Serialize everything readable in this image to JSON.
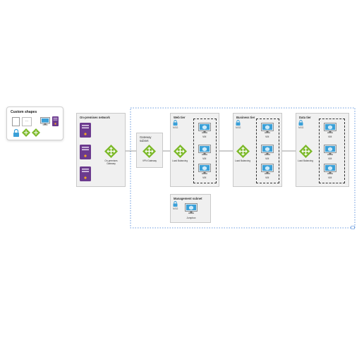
{
  "custom_shapes": {
    "title": "Custom shapes",
    "text_shape": "..."
  },
  "on_premises": {
    "title": "On-premises network",
    "gateway_label": "On-premises Gateway"
  },
  "gateway_subnet": {
    "title": "Gateway subnet",
    "vpn_label": "VPN Gateway"
  },
  "web_tier": {
    "title": "Web tier",
    "nsg": "NSG",
    "lb_label": "Load Balancing",
    "vms": [
      "VM",
      "VM",
      "VM"
    ]
  },
  "business_tier": {
    "title": "Business tier",
    "nsg": "NSG",
    "lb_label": "Load Balancing",
    "vms": [
      "VM",
      "VM",
      "VM"
    ]
  },
  "data_tier": {
    "title": "Data tier",
    "nsg": "NSG",
    "lb_label": "Load Balancing",
    "vms": [
      "VM",
      "VM",
      "VM"
    ]
  },
  "management_subnet": {
    "title": "Management subnet",
    "nsg": "NSG",
    "jumpbox_label": "Jumpbox"
  },
  "colors": {
    "server_purple": "#6b3a8e",
    "lb_green": "#7cb929",
    "vm_blue": "#3aa0d8",
    "boundary_blue": "#3a7bd5"
  },
  "icons": [
    "server-icon",
    "load-balancer-icon",
    "vm-monitor-icon",
    "lock-icon",
    "page-icon"
  ]
}
